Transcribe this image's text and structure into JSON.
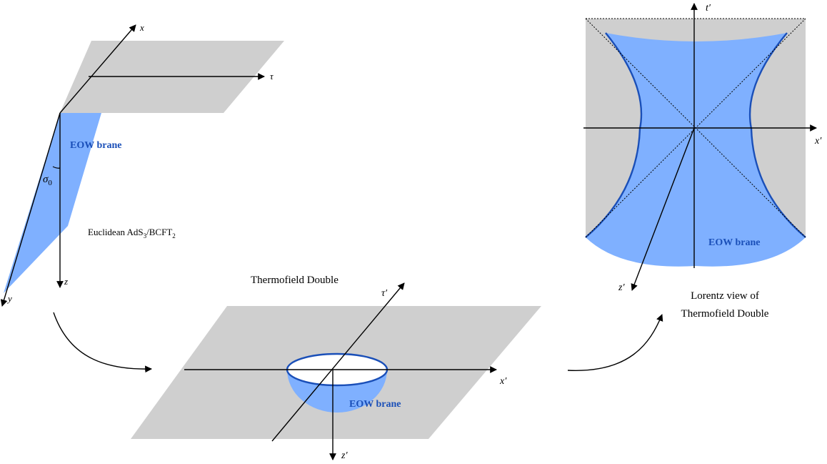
{
  "colors": {
    "plane_gray": "#cfcfcf",
    "brane_blue": "#7fb0ff",
    "brane_edge": "#1a4fb8",
    "eow_text": "#1a4fb8",
    "axis": "#000000"
  },
  "panel_euclidean": {
    "axis_x": "x",
    "axis_tau": "τ",
    "axis_z": "z",
    "axis_y": "y",
    "angle_label": "σ",
    "angle_subscript": "0",
    "eow_label": "EOW brane",
    "caption_prefix": "Euclidean AdS",
    "caption_sub1": "3",
    "caption_mid": "/BCFT",
    "caption_sub2": "2"
  },
  "panel_tfd": {
    "title": "Thermofield Double",
    "axis_tau": "τ′",
    "axis_x": "x′",
    "axis_z": "z′",
    "eow_label": "EOW brane"
  },
  "panel_lorentz": {
    "axis_t": "t′",
    "axis_x": "x′",
    "axis_z": "z′",
    "eow_label": "EOW brane",
    "caption_line1": "Lorentz view of",
    "caption_line2": "Thermofield Double"
  }
}
